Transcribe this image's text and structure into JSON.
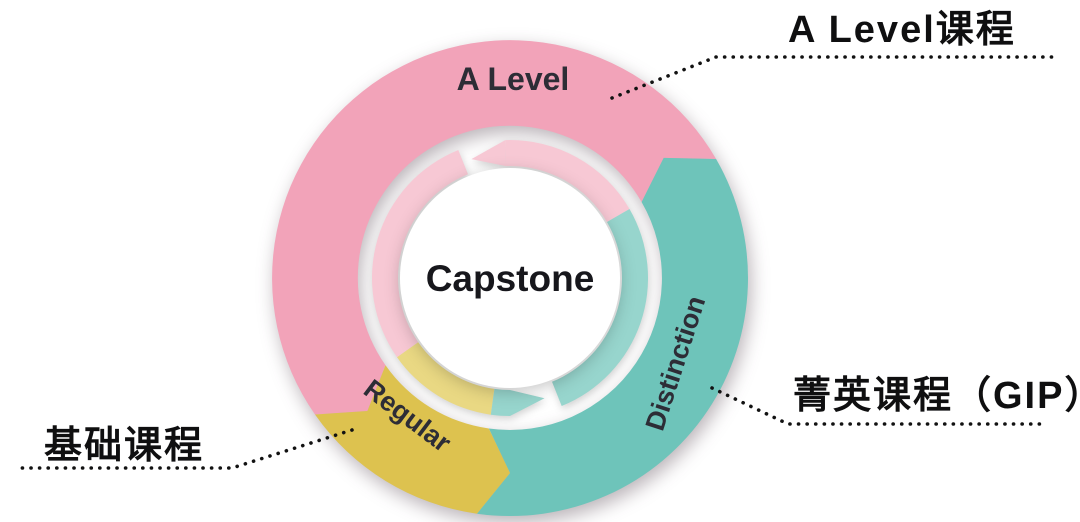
{
  "diagram": {
    "center_label": "Capstone",
    "segments": [
      {
        "label": "A Level",
        "color": "#F2A3B9",
        "inner_color": "#F7C8D4"
      },
      {
        "label": "Distinction",
        "color": "#6EC4BA",
        "inner_color": "#97D5CD"
      },
      {
        "label": "Regular",
        "color": "#DDC24F",
        "inner_color": "#E9D883"
      }
    ],
    "callouts": [
      {
        "text": "A Level课程"
      },
      {
        "text": "菁英课程（GIP）"
      },
      {
        "text": "基础课程"
      }
    ],
    "colors": {
      "leader_dots": "#121212",
      "center_bg": "#FFFFFF"
    }
  }
}
